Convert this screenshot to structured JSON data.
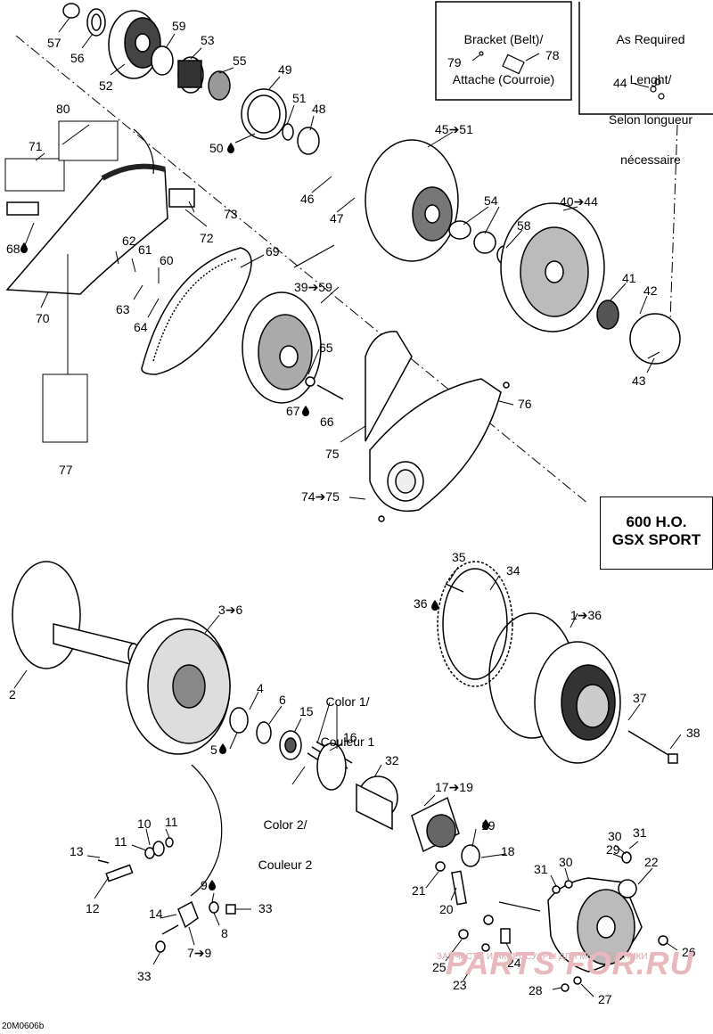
{
  "bracket_box": {
    "line1": "Bracket (Belt)/",
    "line2": "Attache (Courroie)"
  },
  "required_box": {
    "line1": "As Required",
    "line2": "Lenght/",
    "line3": "Selon longueur",
    "line4": "nécessaire"
  },
  "model_box": {
    "line1": "600 H.O.",
    "line2": "GSX SPORT"
  },
  "color_note_1": {
    "line1": "Color 1/",
    "line2": "Couleur 1"
  },
  "color_note_2": {
    "line1": "Color 2/",
    "line2": "Couleur 2"
  },
  "diagram_code": "20M0606b",
  "watermark": {
    "main": "PARTS FOR.RU",
    "sub": "ЗАПЧАСТИ И АКСЕССУАРЫ ДЛЯ МОТОТЕХНИКИ"
  },
  "callouts": [
    {
      "text": "57"
    },
    {
      "text": "56"
    },
    {
      "text": "52"
    },
    {
      "text": "59"
    },
    {
      "text": "53"
    },
    {
      "text": "55"
    },
    {
      "text": "49"
    },
    {
      "text": "51"
    },
    {
      "text": "48"
    },
    {
      "text": "50"
    },
    {
      "text": "80"
    },
    {
      "text": "71"
    },
    {
      "text": "73"
    },
    {
      "text": "72"
    },
    {
      "text": "68"
    },
    {
      "text": "62"
    },
    {
      "text": "61"
    },
    {
      "text": "60"
    },
    {
      "text": "63"
    },
    {
      "text": "64"
    },
    {
      "text": "70"
    },
    {
      "text": "69"
    },
    {
      "text": "77"
    },
    {
      "text": "45➔51"
    },
    {
      "text": "46"
    },
    {
      "text": "47"
    },
    {
      "text": "54"
    },
    {
      "text": "58"
    },
    {
      "text": "40➔44"
    },
    {
      "text": "41"
    },
    {
      "text": "42"
    },
    {
      "text": "43"
    },
    {
      "text": "39➔59"
    },
    {
      "text": "65"
    },
    {
      "text": "67"
    },
    {
      "text": "66"
    },
    {
      "text": "76"
    },
    {
      "text": "75"
    },
    {
      "text": "74➔75"
    },
    {
      "text": "79"
    },
    {
      "text": "78"
    },
    {
      "text": "44"
    },
    {
      "text": "35"
    },
    {
      "text": "34"
    },
    {
      "text": "36"
    },
    {
      "text": "1➔36"
    },
    {
      "text": "37"
    },
    {
      "text": "38"
    },
    {
      "text": "3➔6"
    },
    {
      "text": "2"
    },
    {
      "text": "4"
    },
    {
      "text": "6"
    },
    {
      "text": "15"
    },
    {
      "text": "5"
    },
    {
      "text": "16"
    },
    {
      "text": "32"
    },
    {
      "text": "17➔19"
    },
    {
      "text": "19"
    },
    {
      "text": "18"
    },
    {
      "text": "13"
    },
    {
      "text": "10"
    },
    {
      "text": "11"
    },
    {
      "text": "11"
    },
    {
      "text": "12"
    },
    {
      "text": "9"
    },
    {
      "text": "33"
    },
    {
      "text": "14"
    },
    {
      "text": "8"
    },
    {
      "text": "7➔9"
    },
    {
      "text": "33"
    },
    {
      "text": "21"
    },
    {
      "text": "20"
    },
    {
      "text": "29"
    },
    {
      "text": "30"
    },
    {
      "text": "31"
    },
    {
      "text": "22"
    },
    {
      "text": "31"
    },
    {
      "text": "30"
    },
    {
      "text": "25"
    },
    {
      "text": "23"
    },
    {
      "text": "24"
    },
    {
      "text": "26"
    },
    {
      "text": "28"
    },
    {
      "text": "27"
    }
  ]
}
